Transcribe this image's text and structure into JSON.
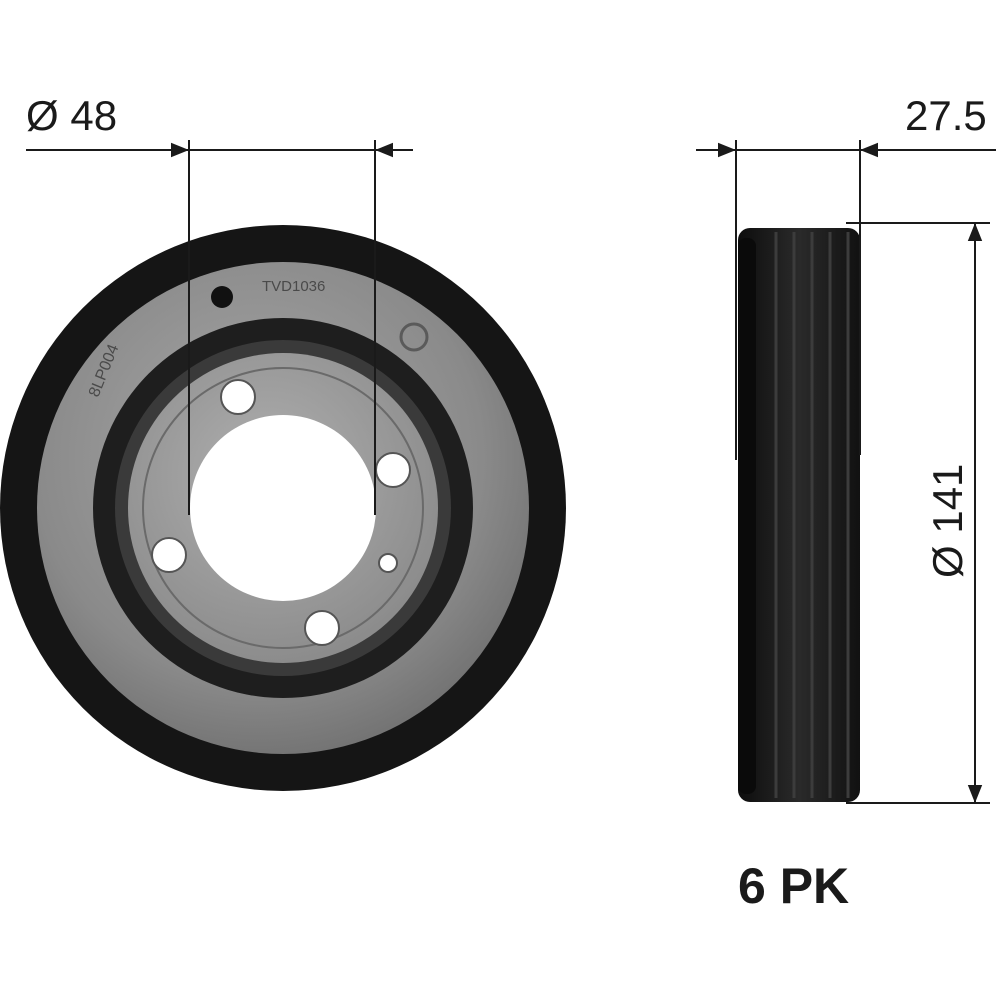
{
  "dimensions": {
    "bore_diameter": "Ø 48",
    "width": "27.5",
    "outer_diameter": "Ø 141",
    "belt_profile": "6 PK"
  },
  "part_markings": {
    "part_number": "TVD1036",
    "rim_code": "8LP004"
  },
  "colors": {
    "body_dark": "#1c1c1c",
    "face_grey": "#8c8c8c",
    "hub_grey": "#9a9a9a",
    "line": "#1a1a1a"
  }
}
